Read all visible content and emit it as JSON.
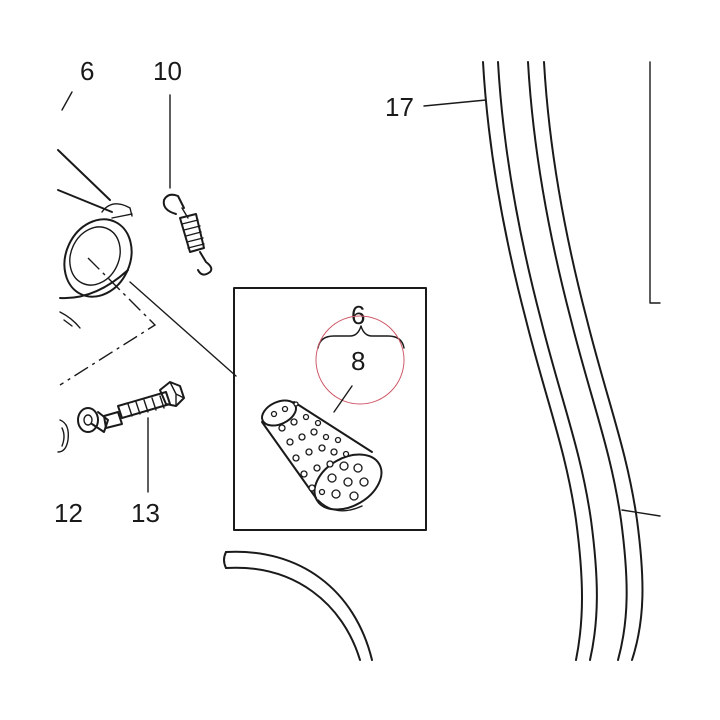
{
  "labels": {
    "part_6_top": "6",
    "part_10": "10",
    "part_17": "17",
    "part_12": "12",
    "part_13": "13",
    "detail_upper": "6",
    "detail_lower": "8"
  },
  "colors": {
    "line": "#1a1a1a",
    "highlight_circle": "#d05a6a",
    "background": "#ffffff"
  },
  "icons": {
    "spring": "tension-spring-icon",
    "bolt": "hex-bolt-icon",
    "cone": "perforated-cone-icon"
  }
}
